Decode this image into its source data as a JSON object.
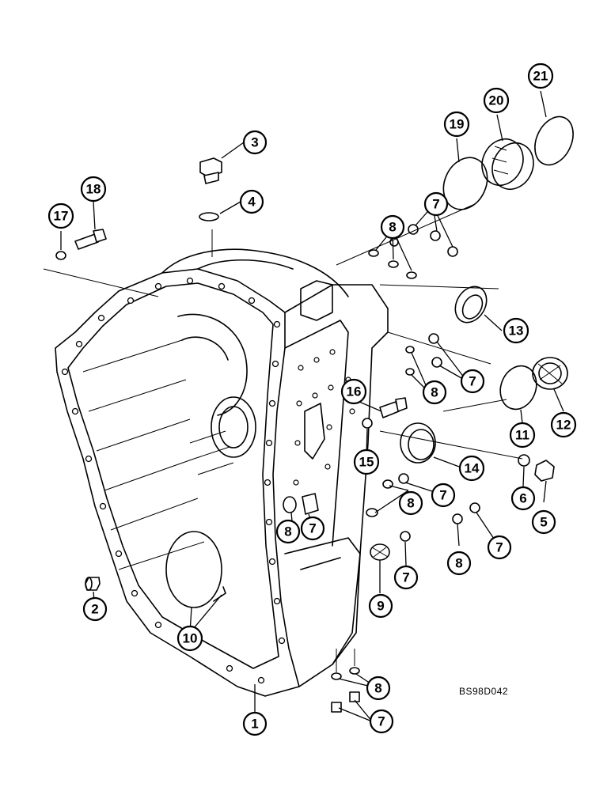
{
  "diagram": {
    "reference_code": "BS98D042",
    "callouts": [
      {
        "id": "c1",
        "label": "1"
      },
      {
        "id": "c2",
        "label": "2"
      },
      {
        "id": "c3",
        "label": "3"
      },
      {
        "id": "c4",
        "label": "4"
      },
      {
        "id": "c5",
        "label": "5"
      },
      {
        "id": "c6",
        "label": "6"
      },
      {
        "id": "c7a",
        "label": "7"
      },
      {
        "id": "c7b",
        "label": "7"
      },
      {
        "id": "c7c",
        "label": "7"
      },
      {
        "id": "c7d",
        "label": "7"
      },
      {
        "id": "c7e",
        "label": "7"
      },
      {
        "id": "c7f",
        "label": "7"
      },
      {
        "id": "c7g",
        "label": "7"
      },
      {
        "id": "c8a",
        "label": "8"
      },
      {
        "id": "c8b",
        "label": "8"
      },
      {
        "id": "c8c",
        "label": "8"
      },
      {
        "id": "c8d",
        "label": "8"
      },
      {
        "id": "c8e",
        "label": "8"
      },
      {
        "id": "c8f",
        "label": "8"
      },
      {
        "id": "c9",
        "label": "9"
      },
      {
        "id": "c10",
        "label": "10"
      },
      {
        "id": "c11",
        "label": "11"
      },
      {
        "id": "c12",
        "label": "12"
      },
      {
        "id": "c13",
        "label": "13"
      },
      {
        "id": "c14",
        "label": "14"
      },
      {
        "id": "c15",
        "label": "15"
      },
      {
        "id": "c16",
        "label": "16"
      },
      {
        "id": "c17",
        "label": "17"
      },
      {
        "id": "c18",
        "label": "18"
      },
      {
        "id": "c19",
        "label": "19"
      },
      {
        "id": "c20",
        "label": "20"
      },
      {
        "id": "c21",
        "label": "21"
      }
    ]
  }
}
